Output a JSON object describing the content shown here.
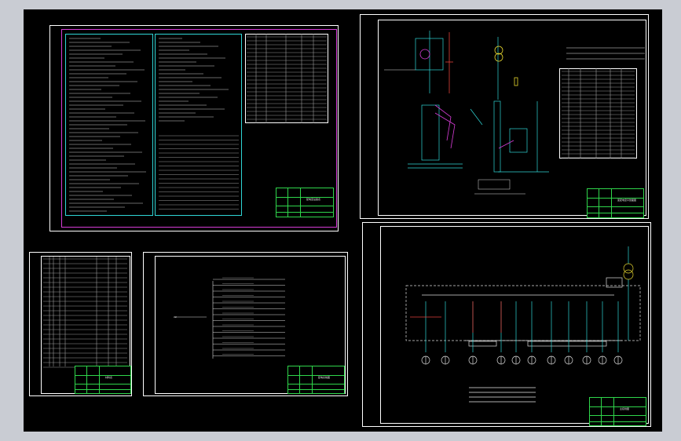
{
  "app": {
    "viewport_bg": "#000000",
    "frame_bg": "#c9ccd3",
    "colors": {
      "sheet_border": "#ffffff",
      "magenta": "#d63cd6",
      "cyan": "#2fd6d6",
      "green": "#2fd64b",
      "yellow": "#e6d62f",
      "red": "#e0403a"
    }
  },
  "sheets": [
    {
      "id": "sheet-equipment-list",
      "title_block": "配电室设备表"
    },
    {
      "id": "sheet-elevation",
      "title_block": "变配电室平剖面图"
    },
    {
      "id": "sheet-small-table",
      "title_block": "材料表"
    },
    {
      "id": "sheet-branch-circuit",
      "title_block": "配电系统图"
    },
    {
      "id": "sheet-single-line",
      "title_block": "主接线图"
    }
  ],
  "labels": {
    "incoming_label": "AW"
  }
}
